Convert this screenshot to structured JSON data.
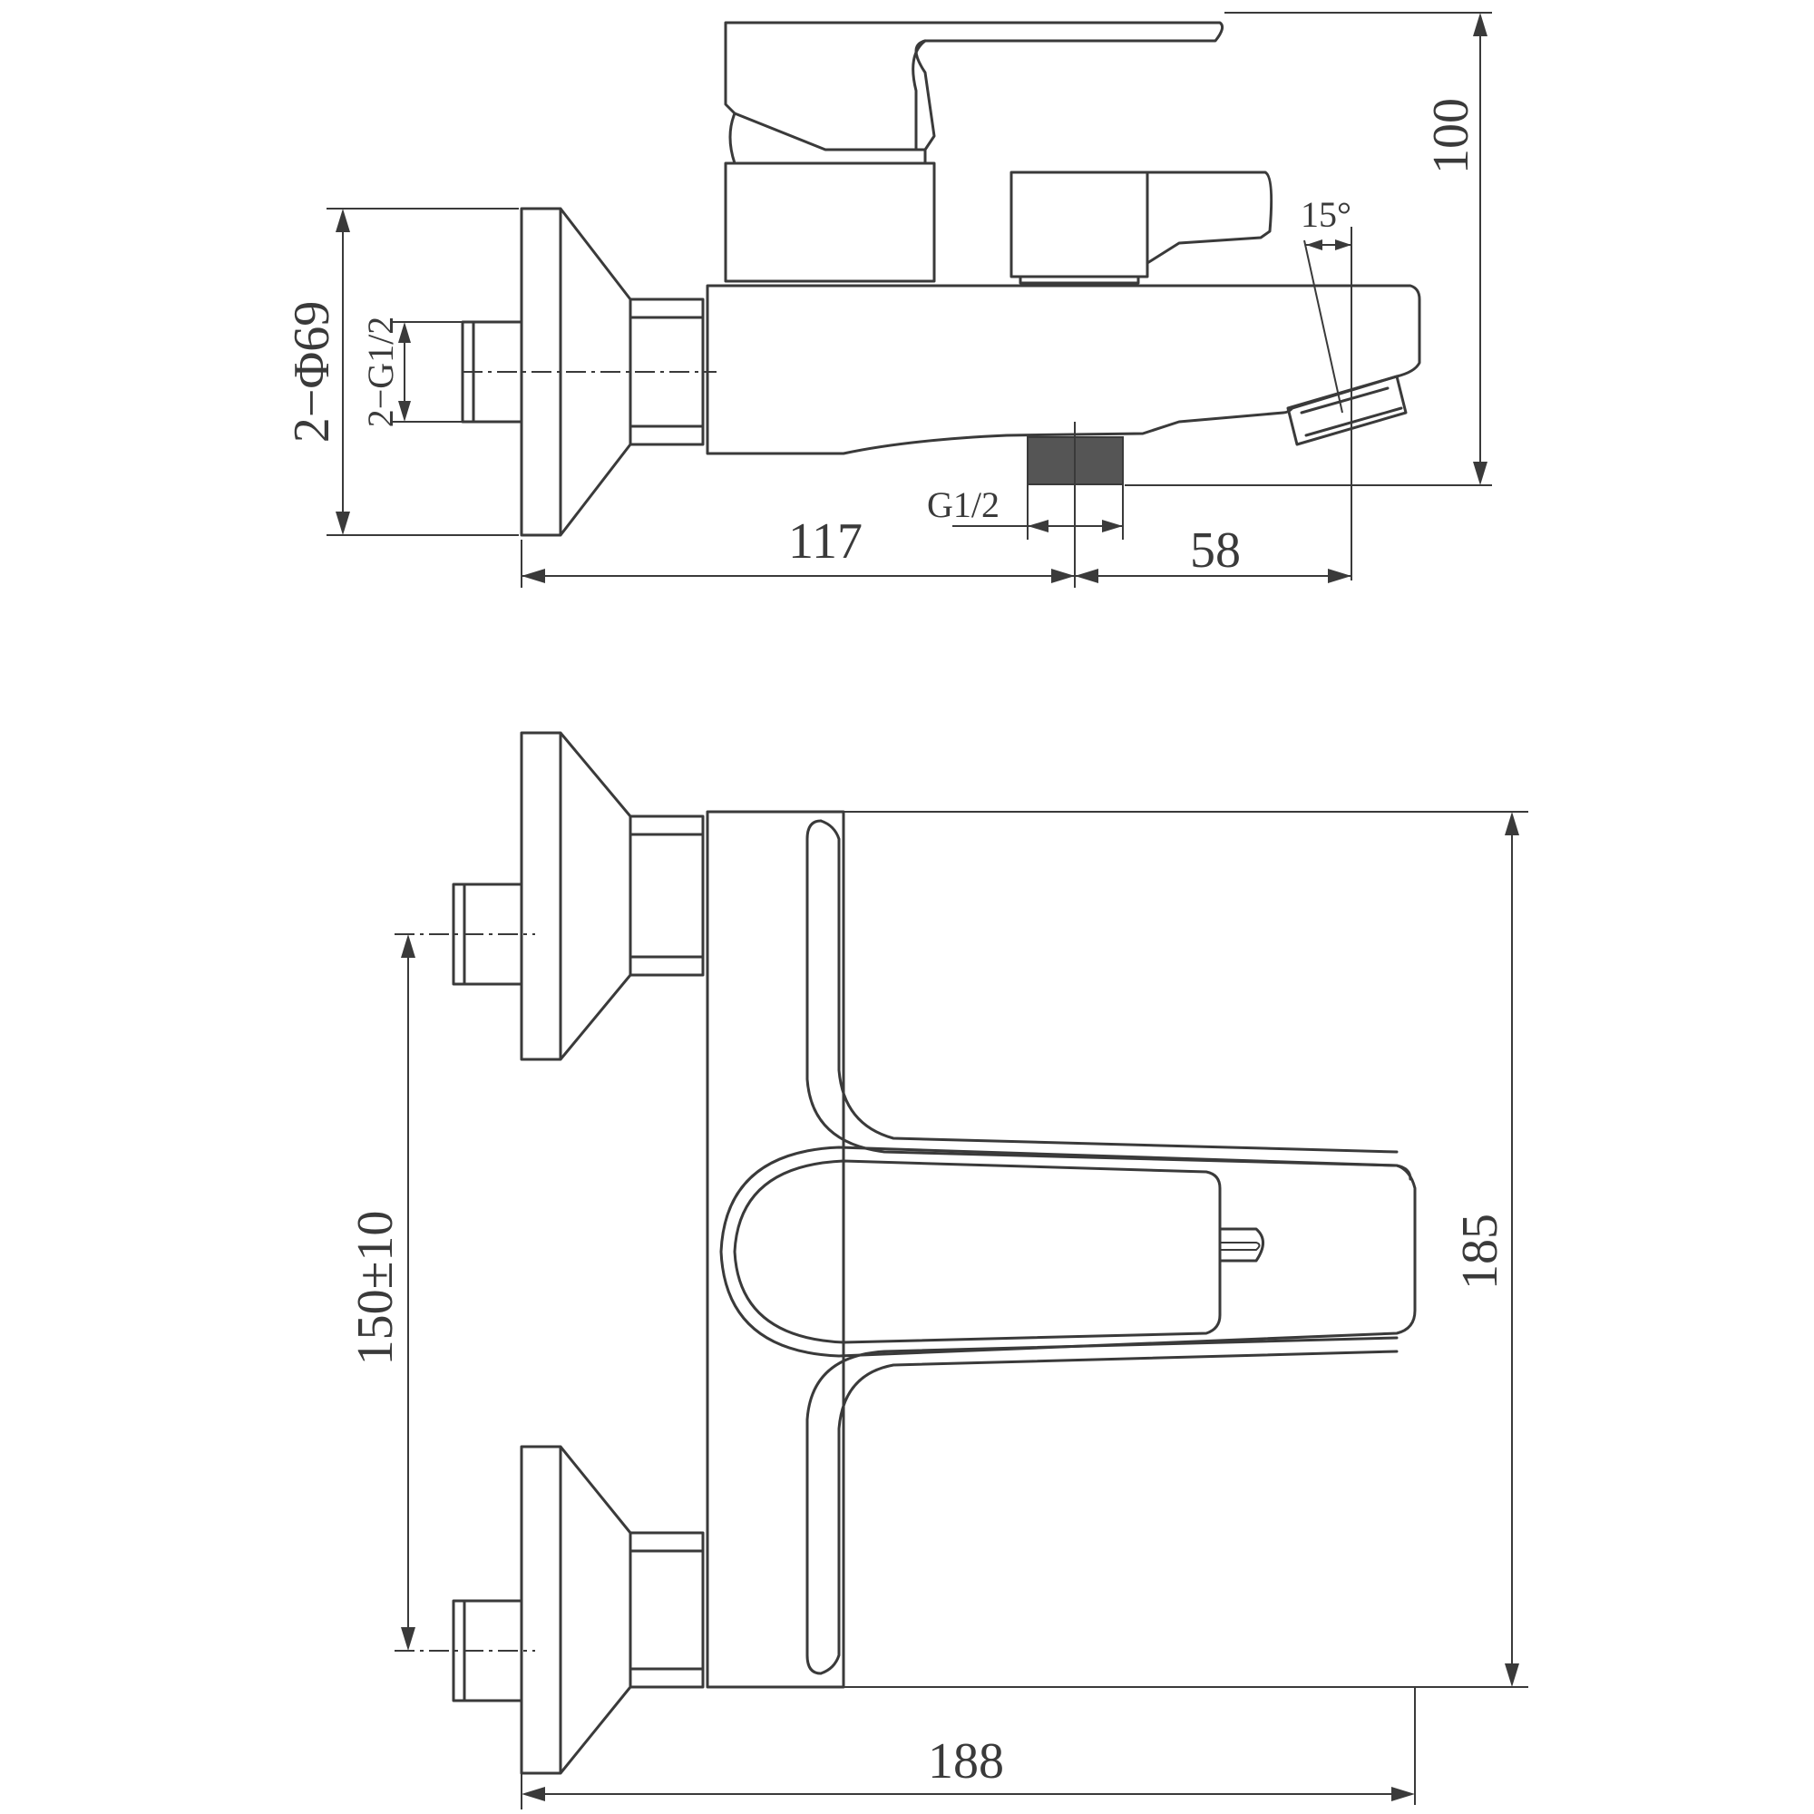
{
  "side_view": {
    "dim_height": "100",
    "dim_flange_dia": "2−Φ69",
    "dim_inlet_thread": "2−G1/2",
    "dim_outlet_thread": "G1/2",
    "dim_spout_angle": "15°",
    "dim_inlet_to_outlet": "117",
    "dim_outlet_to_tip": "58"
  },
  "top_view": {
    "dim_inlet_spacing": "150±10",
    "dim_depth": "185",
    "dim_width": "188"
  },
  "colors": {
    "line": "#3a3a3a",
    "thread_fill": "#555555",
    "background": "#ffffff"
  }
}
